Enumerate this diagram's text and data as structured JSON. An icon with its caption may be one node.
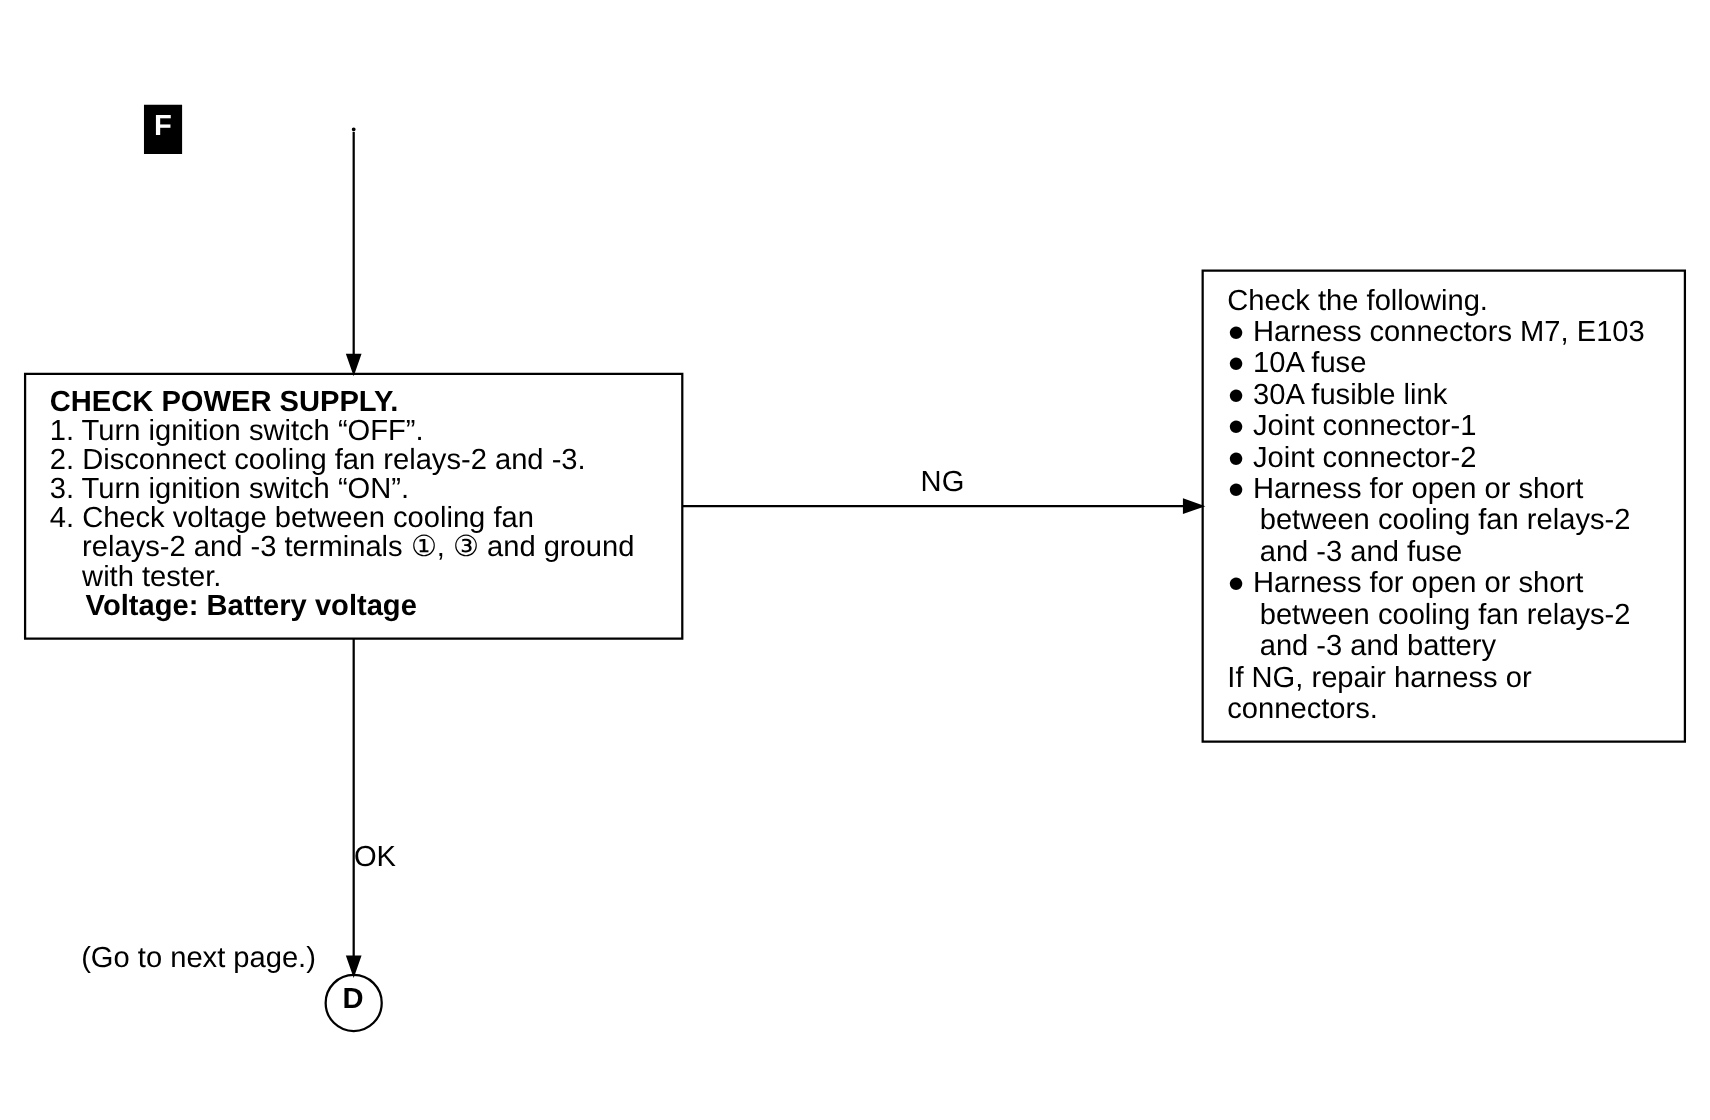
{
  "diagram": {
    "nodes": [
      {
        "text": [
          "CHECK POWER SUPPLY.",
          "1. Turn ignition switch “OFF”.",
          "2. Disconnect cooling fan relays-2 and -3.",
          "3. Turn ignition switch “ON”.",
          "4. Check voltage between cooling fan relays-2 and -3 terminals ①, ③ and ground with tester.",
          "Voltage: Battery voltage"
        ]
      },
      {
        "text": [
          "Check the following.",
          "● Harness connectors M7, E103",
          "● 10A fuse",
          "● 30A fusible link",
          "● Joint connector-1",
          "● Joint connector-2",
          "● Harness for open or short between cooling fan relays-2 and -3 and fuse",
          "● Harness for open or short between cooling fan relays-2 and -3 and battery",
          "If NG, repair harness or connectors."
        ]
      },
      {
        "text": [
          "D"
        ],
        "beside": [
          "(Go to next page.)"
        ]
      }
    ],
    "edges": [
      {
        "from": null,
        "to": 0,
        "arrow": "to"
      },
      {
        "from": 0,
        "to": 1,
        "arrow": "to",
        "label": "NG"
      },
      {
        "from": 0,
        "to": 2,
        "arrow": "to",
        "label": "OK"
      }
    ],
    "labels": [
      "F"
    ]
  }
}
